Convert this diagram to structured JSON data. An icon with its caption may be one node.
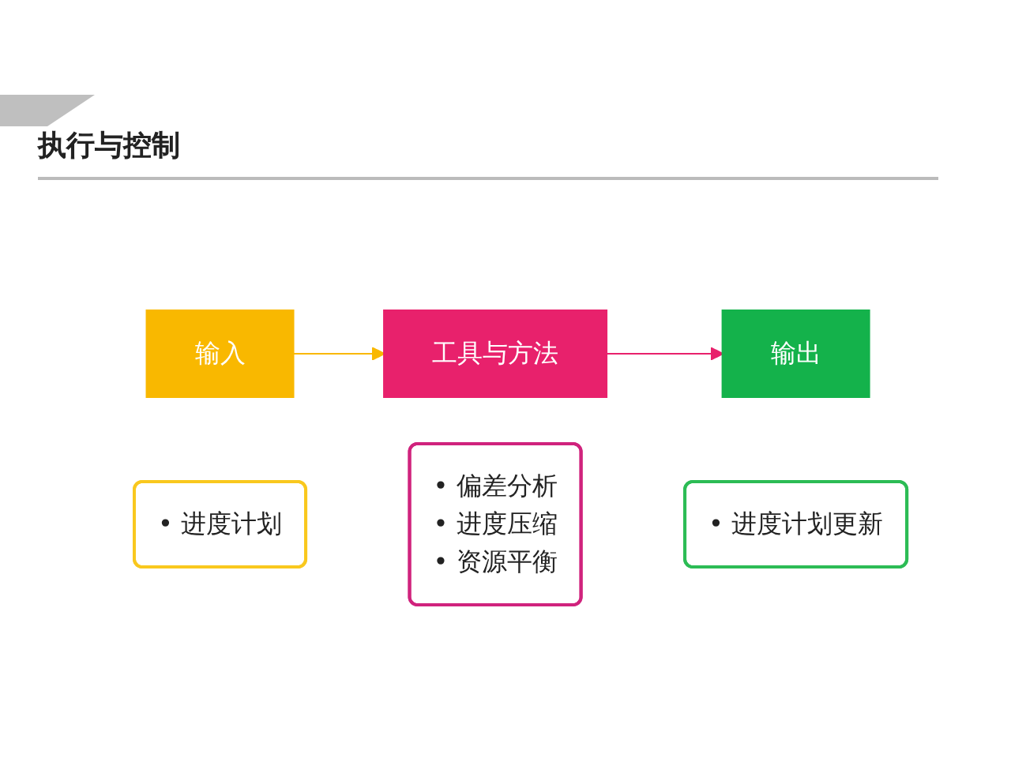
{
  "diagram": {
    "title": "执行与控制",
    "nodes": [
      {
        "text": [
          "输入"
        ]
      },
      {
        "text": [
          "• 进度计划"
        ]
      },
      {
        "text": [
          "工具与方法"
        ]
      },
      {
        "text": [
          "• 偏差分析",
          "• 进度压缩",
          "• 资源平衡"
        ]
      },
      {
        "text": [
          "输出"
        ]
      },
      {
        "text": [
          "• 进度计划更新"
        ]
      }
    ],
    "edges": [
      {
        "from": 0,
        "to": 2,
        "arrow": "to",
        "color": "#f9b800"
      },
      {
        "from": 2,
        "to": 4,
        "arrow": "to",
        "color": "#e8216c"
      }
    ]
  }
}
